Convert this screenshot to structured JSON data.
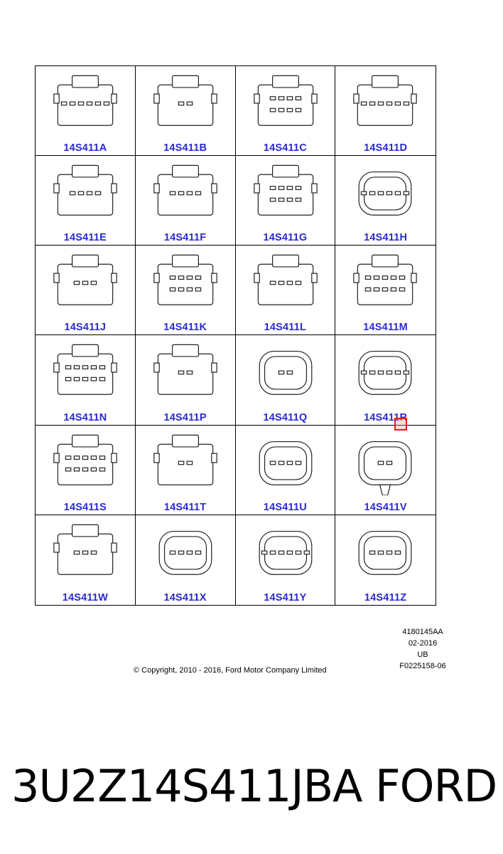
{
  "connectors": [
    {
      "label": "14S411A",
      "icon": "flat-connector-icon"
    },
    {
      "label": "14S411B",
      "icon": "two-pin-connector-icon"
    },
    {
      "label": "14S411C",
      "icon": "eight-pin-connector-icon"
    },
    {
      "label": "14S411D",
      "icon": "six-pin-connector-icon"
    },
    {
      "label": "14S411E",
      "icon": "four-pin-connector-icon"
    },
    {
      "label": "14S411F",
      "icon": "four-pin-connector-icon"
    },
    {
      "label": "14S411G",
      "icon": "multi-pin-connector-icon"
    },
    {
      "label": "14S411H",
      "icon": "round-connector-icon"
    },
    {
      "label": "14S411J",
      "icon": "three-pin-connector-icon"
    },
    {
      "label": "14S411K",
      "icon": "multi-pin-connector-icon"
    },
    {
      "label": "14S411L",
      "icon": "four-pin-connector-icon"
    },
    {
      "label": "14S411M",
      "icon": "ten-pin-connector-icon"
    },
    {
      "label": "14S411N",
      "icon": "wide-connector-icon"
    },
    {
      "label": "14S411P",
      "icon": "side-connector-icon"
    },
    {
      "label": "14S411Q",
      "icon": "oval-two-pin-connector-icon"
    },
    {
      "label": "14S411R",
      "icon": "six-pin-connector-icon"
    },
    {
      "label": "14S411S",
      "icon": "ten-pin-connector-icon"
    },
    {
      "label": "14S411T",
      "icon": "two-pin-connector-icon"
    },
    {
      "label": "14S411U",
      "icon": "four-pin-connector-icon"
    },
    {
      "label": "14S411V",
      "icon": "pushpin-connector-icon"
    },
    {
      "label": "14S411W",
      "icon": "three-pin-connector-icon"
    },
    {
      "label": "14S411X",
      "icon": "four-pin-connector-icon"
    },
    {
      "label": "14S411Y",
      "icon": "six-pin-connector-icon"
    },
    {
      "label": "14S411Z",
      "icon": "four-pin-connector-icon"
    }
  ],
  "meta": {
    "code": "4180145AA",
    "date": "02-2016",
    "region": "UB",
    "figure": "F0225158-06"
  },
  "copyright": "© Copyright, 2010 - 2016, Ford Motor Company Limited",
  "part_number": "3U2Z14S411JBA",
  "brand": "FORD",
  "colors": {
    "label": "#2a2ad2",
    "marker": "#e02020"
  }
}
